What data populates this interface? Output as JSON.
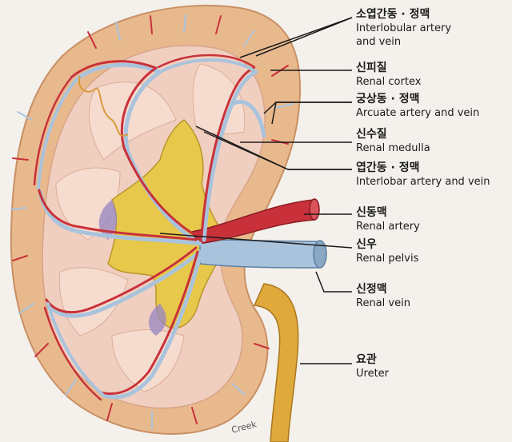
{
  "labels": [
    {
      "ko": "소엽간동 · 정맥",
      "en": "Interlobular artery\nand vein"
    },
    {
      "ko": "신피질",
      "en": "Renal cortex"
    },
    {
      "ko": "궁상동 · 정맥",
      "en": "Arcuate artery and vein"
    },
    {
      "ko": "신수질",
      "en": "Renal medulla"
    },
    {
      "ko": "엽간동 · 정맥",
      "en": "Interlobar artery and vein"
    },
    {
      "ko": "신동맥",
      "en": "Renal artery"
    },
    {
      "ko": "신우",
      "en": "Renal pelvis"
    },
    {
      "ko": "신정맥",
      "en": "Renal vein"
    },
    {
      "ko": "요관",
      "en": "Ureter"
    }
  ],
  "credit": "Creek",
  "colors": {
    "background": "#f4f1ec",
    "cortex": "#e9b98e",
    "medulla": "#f1cfc0",
    "pelvis": "#e8c84a",
    "artery": "#c8313a",
    "vein": "#a9c3dc",
    "ureter": "#e0a93c",
    "fat": "#9b8ac0"
  }
}
